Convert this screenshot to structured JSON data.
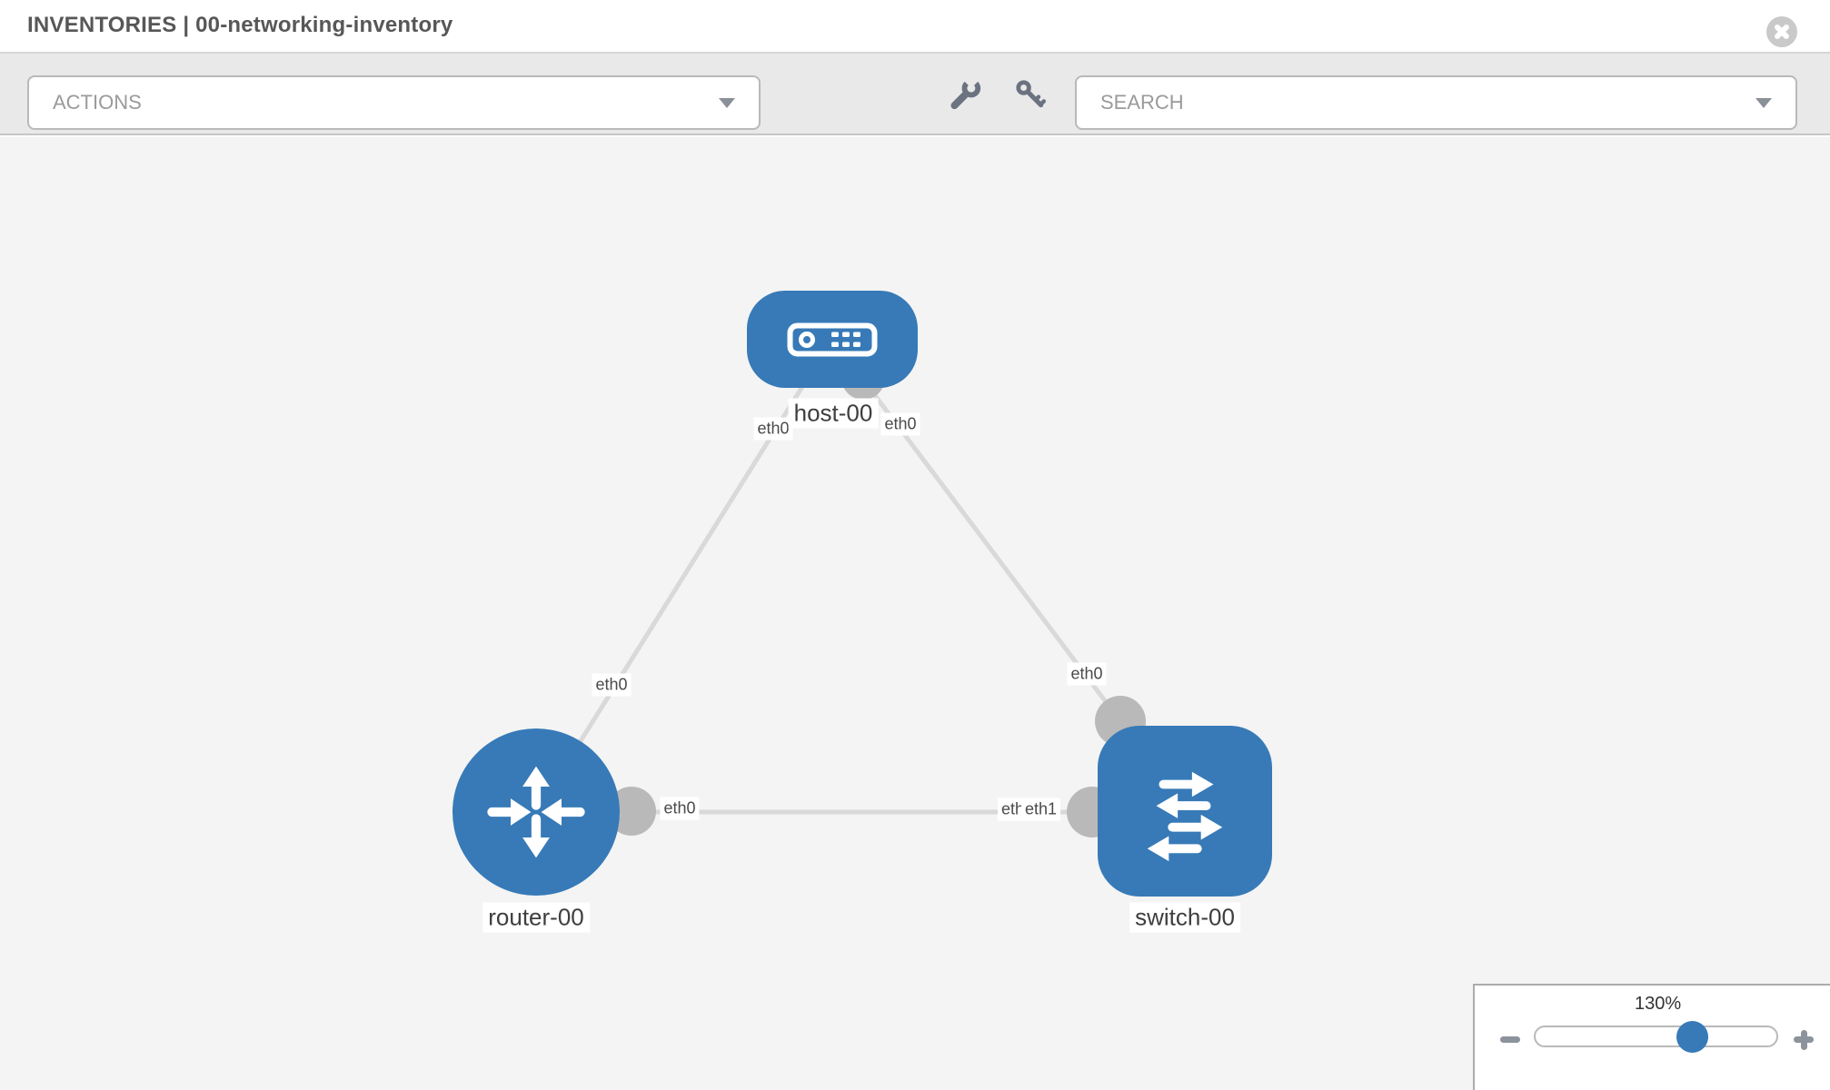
{
  "header": {
    "title": "INVENTORIES | 00-networking-inventory"
  },
  "toolbar": {
    "actions": {
      "placeholder": "ACTIONS"
    },
    "search": {
      "placeholder": "SEARCH"
    },
    "icons": {
      "wrench": "wrench-icon",
      "key": "key-icon",
      "caret": "caret-down-icon",
      "close": "circle-x-icon"
    }
  },
  "canvas": {
    "nodes": [
      {
        "id": "host-00",
        "type": "host",
        "label": "host-00"
      },
      {
        "id": "router-00",
        "type": "router",
        "label": "router-00"
      },
      {
        "id": "switch-00",
        "type": "switch",
        "label": "switch-00"
      }
    ],
    "links": [
      {
        "from": "host-00",
        "to": "router-00"
      },
      {
        "from": "host-00",
        "to": "switch-00"
      },
      {
        "from": "router-00",
        "to": "switch-00"
      }
    ],
    "interface_labels": [
      {
        "text": "eth0"
      },
      {
        "text": "eth0"
      },
      {
        "text": "eth0"
      },
      {
        "text": "eth0"
      },
      {
        "text": "eth0"
      },
      {
        "text": "eth0"
      },
      {
        "text": "eth1"
      }
    ]
  },
  "zoom": {
    "level": "130%",
    "minus_icon": "minus",
    "plus_icon": "plus"
  },
  "colors": {
    "node_blue": "#377ab7",
    "link_gray": "#d9d9d9",
    "port_gray": "#b9b9b9",
    "canvas_bg": "#f4f4f4"
  }
}
